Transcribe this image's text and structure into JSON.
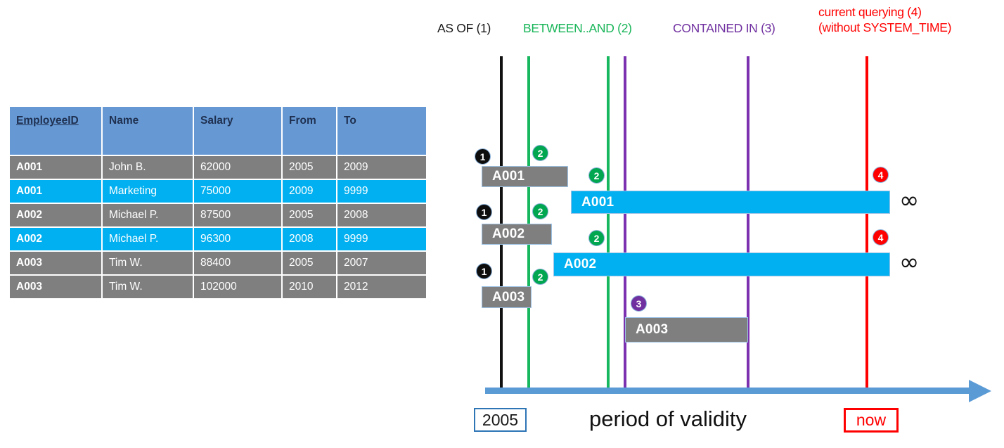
{
  "table": {
    "columns": [
      "EmployeeID",
      "Name",
      "Salary",
      "From",
      "To"
    ],
    "rows": [
      {
        "style": "gray",
        "id": "A001",
        "name": "John  B.",
        "salary": "62000",
        "from": "2005",
        "to": "2009"
      },
      {
        "style": "cyan",
        "id": "A001",
        "name": "Marketing",
        "salary": "75000",
        "from": "2009",
        "to": "9999"
      },
      {
        "style": "gray",
        "id": "A002",
        "name": "Michael P.",
        "salary": "87500",
        "from": "2005",
        "to": "2008"
      },
      {
        "style": "cyan",
        "id": "A002",
        "name": "Michael P.",
        "salary": "96300",
        "from": "2008",
        "to": "9999"
      },
      {
        "style": "gray",
        "id": "A003",
        "name": "Tim W.",
        "salary": "88400",
        "from": "2005",
        "to": "2007"
      },
      {
        "style": "gray",
        "id": "A003",
        "name": "Tim W.",
        "salary": "102000",
        "from": "2010",
        "to": "2012"
      }
    ]
  },
  "legend": {
    "as_of": "AS OF (1)",
    "between_and": "BETWEEN..AND (2)",
    "contained_in": "CONTAINED IN (3)",
    "current_line1": "current querying (4)",
    "current_line2": "(without SYSTEM_TIME)"
  },
  "axis": {
    "start_label": "2005",
    "now_label": "now",
    "caption": "period of validity"
  },
  "bars": {
    "a001_gray": "A001",
    "a001_cyan": "A001",
    "a002_gray": "A002",
    "a002_cyan": "A002",
    "a003_gray_1": "A003",
    "a003_gray_2": "A003"
  },
  "markers": {
    "m1a": "1",
    "m1b": "1",
    "m1c": "1",
    "m2a": "2",
    "m2b": "2",
    "m2c": "2",
    "m2d": "2",
    "m2e": "2",
    "m3": "3",
    "m4a": "4",
    "m4b": "4"
  },
  "symbols": {
    "infinity_1": "∞",
    "infinity_2": "∞"
  },
  "colors": {
    "as_of": "#1a1a1a",
    "between": "#16b75e",
    "contained": "#7030a0",
    "current": "#ff0000",
    "bar_historic": "#7f7f7f",
    "bar_current": "#00b0f0",
    "header": "#6699d4",
    "axis": "#5b9bd5"
  }
}
